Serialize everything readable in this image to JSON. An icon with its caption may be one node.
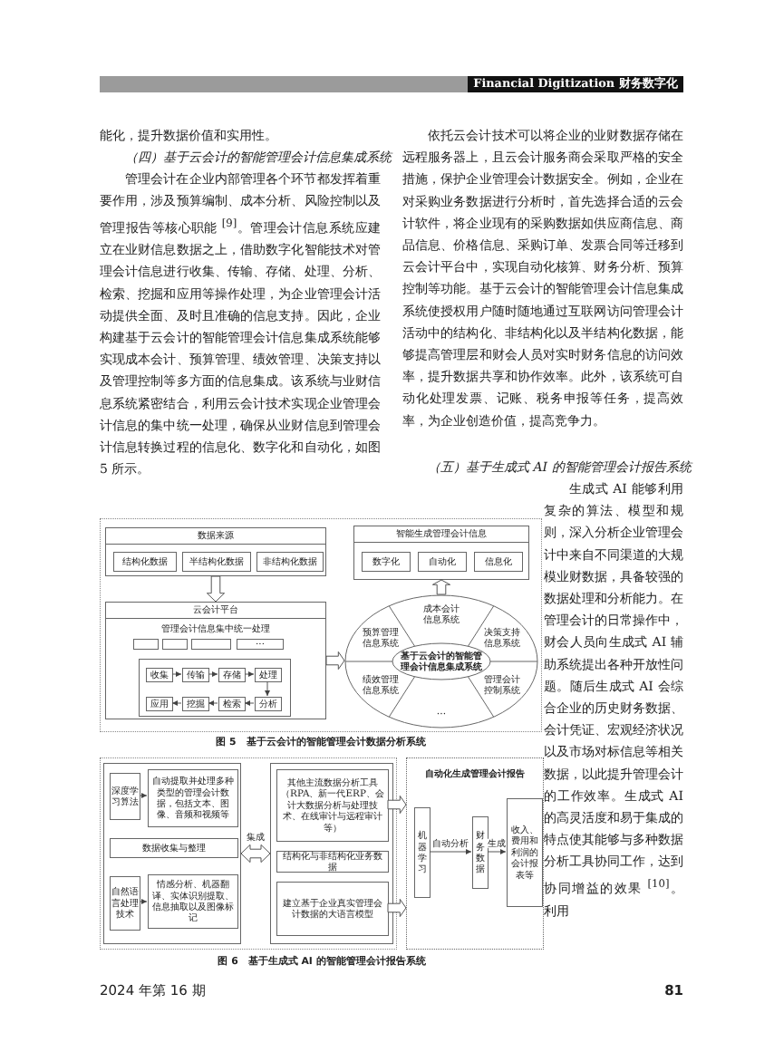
{
  "diagram": {
    "nodes": [
      {
        "text": [
          "数据来源"
        ]
      },
      {
        "text": [
          "结构化数据"
        ],
        "in": 0
      },
      {
        "text": [
          "半结构化数据"
        ],
        "in": 0
      },
      {
        "text": [
          "非结构化数据"
        ],
        "in": 0
      },
      {
        "text": [
          "云会计平台",
          "管理会计信息集中统一处理"
        ]
      },
      {
        "text": [],
        "shape": "box",
        "in": 4
      },
      {
        "text": [],
        "shape": "box",
        "in": 4
      },
      {
        "text": [],
        "shape": "box",
        "in": 4
      },
      {
        "text": [
          "···"
        ],
        "in": 4
      },
      {
        "text": [
          "收集"
        ],
        "in": 4
      },
      {
        "text": [
          "传输"
        ],
        "in": 4
      },
      {
        "text": [
          "存储"
        ],
        "in": 4
      },
      {
        "text": [
          "处理"
        ],
        "in": 4
      },
      {
        "text": [
          "分析"
        ],
        "in": 4
      },
      {
        "text": [
          "检索"
        ],
        "in": 4
      },
      {
        "text": [
          "挖掘"
        ],
        "in": 4
      },
      {
        "text": [
          "应用"
        ],
        "in": 4
      },
      {
        "text": [
          "智能生成管理会计信息"
        ]
      },
      {
        "text": [
          "数字化"
        ],
        "in": 17
      },
      {
        "text": [
          "自动化"
        ],
        "in": 17
      },
      {
        "text": [
          "信息化"
        ],
        "in": 17
      },
      {
        "text": [
          "基于云会计的智能管理会计信息集成系统"
        ]
      },
      {
        "text": [
          "成本会计信息系统"
        ],
        "in": 21
      },
      {
        "text": [
          "预算管理信息系统"
        ],
        "in": 21
      },
      {
        "text": [
          "决策支持信息系统"
        ],
        "in": 21
      },
      {
        "text": [
          "绩效管理信息系统"
        ],
        "in": 21
      },
      {
        "text": [
          "管理会计控制系统"
        ],
        "in": 21
      },
      {
        "text": [
          "…"
        ],
        "in": 21
      },
      {
        "text": [],
        "shape": "box"
      },
      {
        "text": [
          "深度学习算法"
        ],
        "in": 28
      },
      {
        "text": [
          "自动提取并处理多种类型的管理会计数据，包括文本、图像、音频和视频等"
        ],
        "in": 28
      },
      {
        "text": [
          "数据收集与整理"
        ],
        "in": 28
      },
      {
        "text": [
          "自然语言处理技术"
        ],
        "in": 28
      },
      {
        "text": [
          "情感分析、机器翻译、实体识别提取、信息抽取以及图像标记"
        ],
        "in": 28
      },
      {
        "text": [],
        "shape": "box"
      },
      {
        "text": [
          "其他主流数据分析工具（RPA、新一代ERP、会计大数据分析与处理技术、在线审计与远程审计等）"
        ],
        "in": 34
      },
      {
        "text": [
          "结构化与非结构化业务数据"
        ],
        "in": 34
      },
      {
        "text": [
          "建立基于企业真实管理会计数据的大语言模型"
        ],
        "in": 34
      },
      {
        "text": [
          "自动化生成管理会计报告"
        ]
      },
      {
        "text": [
          "机器学习"
        ],
        "in": 38
      },
      {
        "text": [
          "财务数据"
        ],
        "in": 38
      },
      {
        "text": [
          "收入、费用和利润的会计报表等"
        ],
        "in": 38
      }
    ],
    "edges": [
      {
        "from": 0,
        "to": 4,
        "arrow": "to"
      },
      {
        "from": 4,
        "to": 21,
        "arrow": "to"
      },
      {
        "from": 21,
        "to": 17,
        "arrow": "to"
      },
      {
        "from": 9,
        "to": 10,
        "arrow": "to"
      },
      {
        "from": 10,
        "to": 11,
        "arrow": "to"
      },
      {
        "from": 11,
        "to": 12,
        "arrow": "to"
      },
      {
        "from": 12,
        "to": 13,
        "arrow": "to"
      },
      {
        "from": 13,
        "to": 14,
        "arrow": "to"
      },
      {
        "from": 14,
        "to": 15,
        "arrow": "to"
      },
      {
        "from": 15,
        "to": 16,
        "arrow": "to"
      },
      {
        "from": 29,
        "to": 30,
        "arrow": "to"
      },
      {
        "from": 32,
        "to": 33,
        "arrow": "to"
      },
      {
        "from": 28,
        "to": 34,
        "arrow": "both",
        "label": "集成"
      },
      {
        "from": 35,
        "to": 38,
        "arrow": "to"
      },
      {
        "from": 37,
        "to": 38,
        "arrow": "to"
      },
      {
        "from": 39,
        "to": 40,
        "arrow": "to",
        "label": "自动分析"
      },
      {
        "from": 40,
        "to": 41,
        "arrow": "to",
        "label": "生成"
      }
    ],
    "labels": [
      "Financial Digitization 财务数字化",
      "能化，提升数据价值和实用性。",
      "（四）基于云会计的智能管理会计信息集成系统",
      "管理会计在企业内部管理各个环节都发挥着重要作用，涉及预算编制、成本分析、风险控制以及管理报告等核心职能 $^{[9]}$。管理会计信息系统应建立在业财信息数据之上，借助数字化智能技术对管理会计信息进行收集、传输、存储、处理、分析、检索、挖掘和应用等操作处理，为企业管理会计活动提供全面、及时且准确的信息支持。因此，企业构建基于云会计的智能管理会计信息集成系统能够实现成本会计、预算管理、绩效管理、决策支持以及管理控制等多方面的信息集成。该系统与业财信息系统紧密结合，利用云会计技术实现企业管理会计信息的集中统一处理，确保从业财信息到管理会计信息转换过程的信息化、数字化和自动化，如图 5 所示。",
      "依托云会计技术可以将企业的业财数据存储在远程服务器上，且云会计服务商会采取严格的安全措施，保护企业管理会计数据安全。例如，企业在对采购业务数据进行分析时，首先选择合适的云会计软件，将企业现有的采购数据如供应商信息、商品信息、价格信息、采购订单、发票合同等迁移到云会计平台中，实现自动化核算、财务分析、预算控制等功能。基于云会计的智能管理会计信息集成系统使授权用户随时随地通过互联网访问管理会计活动中的结构化、非结构化以及半结构化数据，能够提高管理层和财会人员对实时财务信息的访问效率，提升数据共享和协作效率。此外，该系统可自动化处理发票、记账、税务申报等任务，提高效率，为企业创造价值，提高竞争力。",
      "（五）基于生成式 AI 的智能管理会计报告系统",
      "生成式 AI 能够利用复杂的算法、模型和规则，深入分析企业管理会计中来自不同渠道的大规模业财数据，具备较强的数据处理和分析能力。在管理会计的日常操作中，财会人员向生成式 AI 辅助系统提出各种开放性问题。随后生成式 AI 会综合企业的历史财务数据、会计凭证、宏观经济状况以及市场对标信息等相关数据，以此提升管理会计的工作效率。生成式 AI 的高灵活度和易于集成的特点使其能够与多种数据分析工具协同工作，达到协同增益的效果 $^{[10]}$。利用",
      "图 5　基于云会计的智能管理会计数据分析系统",
      "图 6　基于生成式 AI 的智能管理会计报告系统",
      "2024 年第 16 期",
      "81"
    ]
  }
}
